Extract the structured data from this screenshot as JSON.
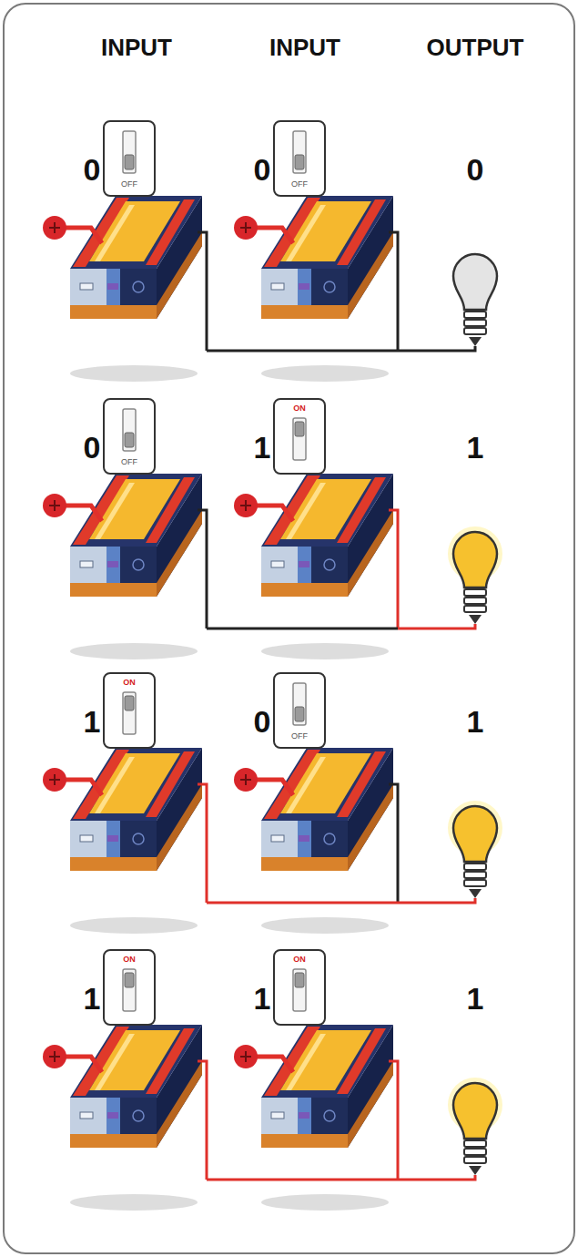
{
  "diagram": {
    "nodes": [
      {
        "text": [
          "OFF"
        ]
      },
      {
        "text": [
          "OFF"
        ]
      },
      {
        "text": [
          "OFF"
        ]
      },
      {
        "text": [
          "ON"
        ]
      },
      {
        "text": [
          "ON"
        ]
      },
      {
        "text": [
          "OFF"
        ]
      },
      {
        "text": [
          "ON"
        ]
      },
      {
        "text": [
          "ON"
        ]
      }
    ],
    "labels": [
      "INPUT",
      "INPUT",
      "OUTPUT",
      "0",
      "0",
      "0",
      "0",
      "1",
      "1",
      "1",
      "0",
      "1",
      "1",
      "1",
      "1"
    ]
  }
}
